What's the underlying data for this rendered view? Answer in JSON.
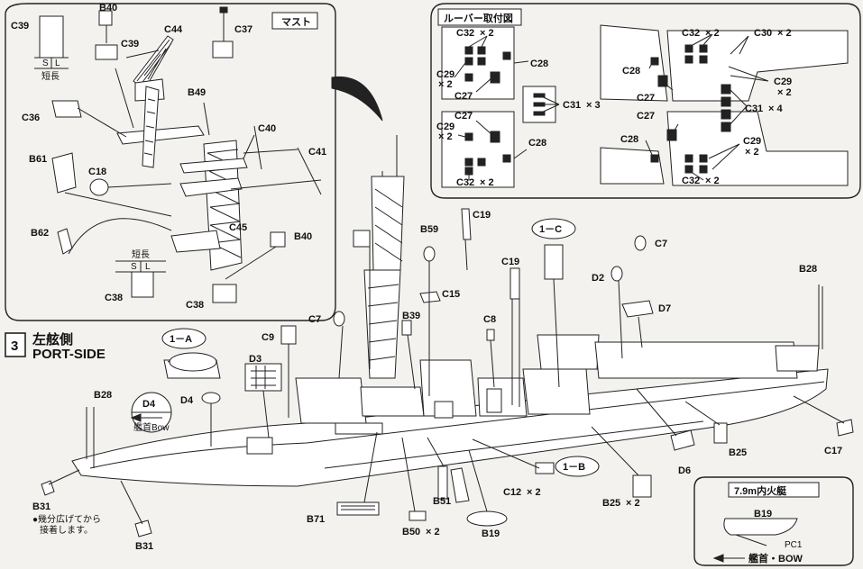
{
  "mast_panel": {
    "title": "マスト",
    "labels": {
      "c39": "C39",
      "b40a": "B40",
      "c39b": "C39",
      "c44": "C44",
      "c37": "C37",
      "c36": "C36",
      "b49": "B49",
      "c40": "C40",
      "c41": "C41",
      "b61": "B61",
      "c18": "C18",
      "b62": "B62",
      "c45": "C45",
      "b40b": "B40",
      "c38": "C38",
      "c38b": "C38"
    },
    "short_long_top": {
      "caption": "短長",
      "s": "S",
      "l": "L"
    },
    "short_long_bottom": {
      "caption": "短長",
      "s": "S",
      "l": "L"
    }
  },
  "louver_panel": {
    "title": "ルーバー取付図",
    "labels": {
      "tl_c32": "C32",
      "tl_c32_mult": "× 2",
      "tl_c28": "C28",
      "tl_c29": "C29",
      "tl_c29_mult": "× 2",
      "tl_c27": "C27",
      "bl_c27": "C27",
      "bl_c29": "C29",
      "bl_c29_mult": "× 2",
      "bl_c28": "C28",
      "bl_c32": "C32",
      "bl_c32_mult": "× 2",
      "mid_c31": "C31",
      "mid_c31_mult": "× 3",
      "tr_c32": "C32",
      "tr_c32_mult": "× 2",
      "tr_c30": "C30",
      "tr_c30_mult": "× 2",
      "tr_c28": "C28",
      "tr_c29": "C29",
      "tr_c29_mult": "× 2",
      "tr_c27": "C27",
      "tr_c31": "C31",
      "tr_c31_mult": "× 4",
      "br_c27": "C27",
      "br_c28": "C28",
      "br_c29": "C29",
      "br_c29_mult": "× 2",
      "br_c32": "C32",
      "br_c32_mult": "× 2"
    }
  },
  "step": {
    "number": "3",
    "title_jp": "左舷側",
    "title_en": "PORT-SIDE"
  },
  "main_labels": {
    "c19a": "C19",
    "c19b": "C19",
    "b59": "B59",
    "c15": "C15",
    "b39": "B39",
    "c8": "C8",
    "ref_1c": "1－C",
    "c7a": "C7",
    "c7b": "C7",
    "d2": "D2",
    "d7": "D7",
    "b28a": "B28",
    "ref_1a": "1－A",
    "c9": "C9",
    "d3": "D3",
    "d4": "D4",
    "b28b": "B28",
    "b25a": "B25",
    "b25b": "B25",
    "b25b_mult": "× 2",
    "d6": "D6",
    "c17": "C17",
    "ref_1b": "1－B",
    "c12": "C12",
    "c12_mult": "× 2",
    "b31a": "B31",
    "b31b": "B31",
    "b71": "B71",
    "b51": "B51",
    "b50": "B50",
    "b50_mult": "× 2",
    "b19": "B19"
  },
  "bow_marker": {
    "label": "D4",
    "caption": "艦首Bow"
  },
  "note": {
    "line1": "●幾分広げてから",
    "line2": "接着します。"
  },
  "inset": {
    "title": "7.9m内火艇",
    "part": "B19",
    "sub_part": "PC1",
    "bow_caption": "艦首・BOW"
  }
}
